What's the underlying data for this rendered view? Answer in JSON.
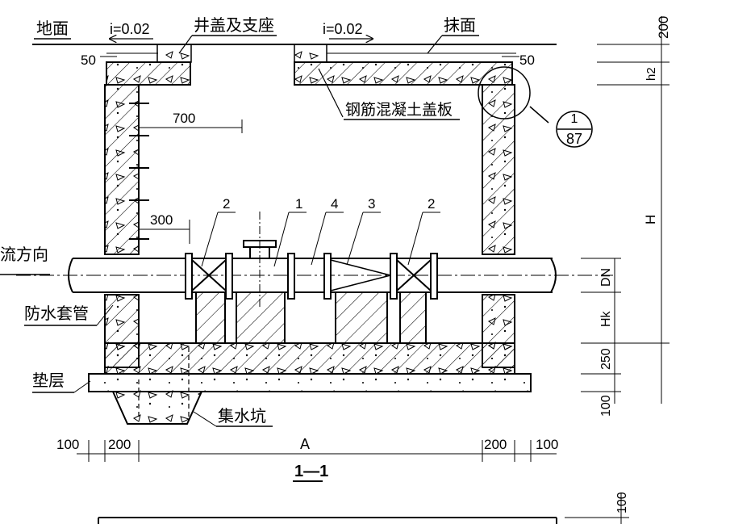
{
  "labels": {
    "ground": "地面",
    "slope_left": "i=0.02",
    "slope_right": "i=0.02",
    "cover_support": "井盖及支座",
    "plaster": "抹面",
    "rc_cover_slab": "钢筋混凝土盖板",
    "flow_direction": "流方向",
    "waterproof_sleeve": "防水套管",
    "cushion": "垫层",
    "sump": "集水坑",
    "section_title": "1—1"
  },
  "detail_ref": {
    "top": "1",
    "bottom": "87"
  },
  "callouts": {
    "c1": "1",
    "c2a": "2",
    "c2b": "2",
    "c3": "3",
    "c4": "4"
  },
  "dims": {
    "d50_left": "50",
    "d50_right": "50",
    "d700": "700",
    "d300": "300",
    "d100_left": "100",
    "d200_left": "200",
    "dA": "A",
    "d200_right": "200",
    "d100_right": "100",
    "r200": "200",
    "rh2": "h2",
    "rH": "H",
    "rDN": "DN",
    "rHk": "Hk",
    "r250": "250",
    "r100": "100",
    "r100_bottom": "100"
  }
}
